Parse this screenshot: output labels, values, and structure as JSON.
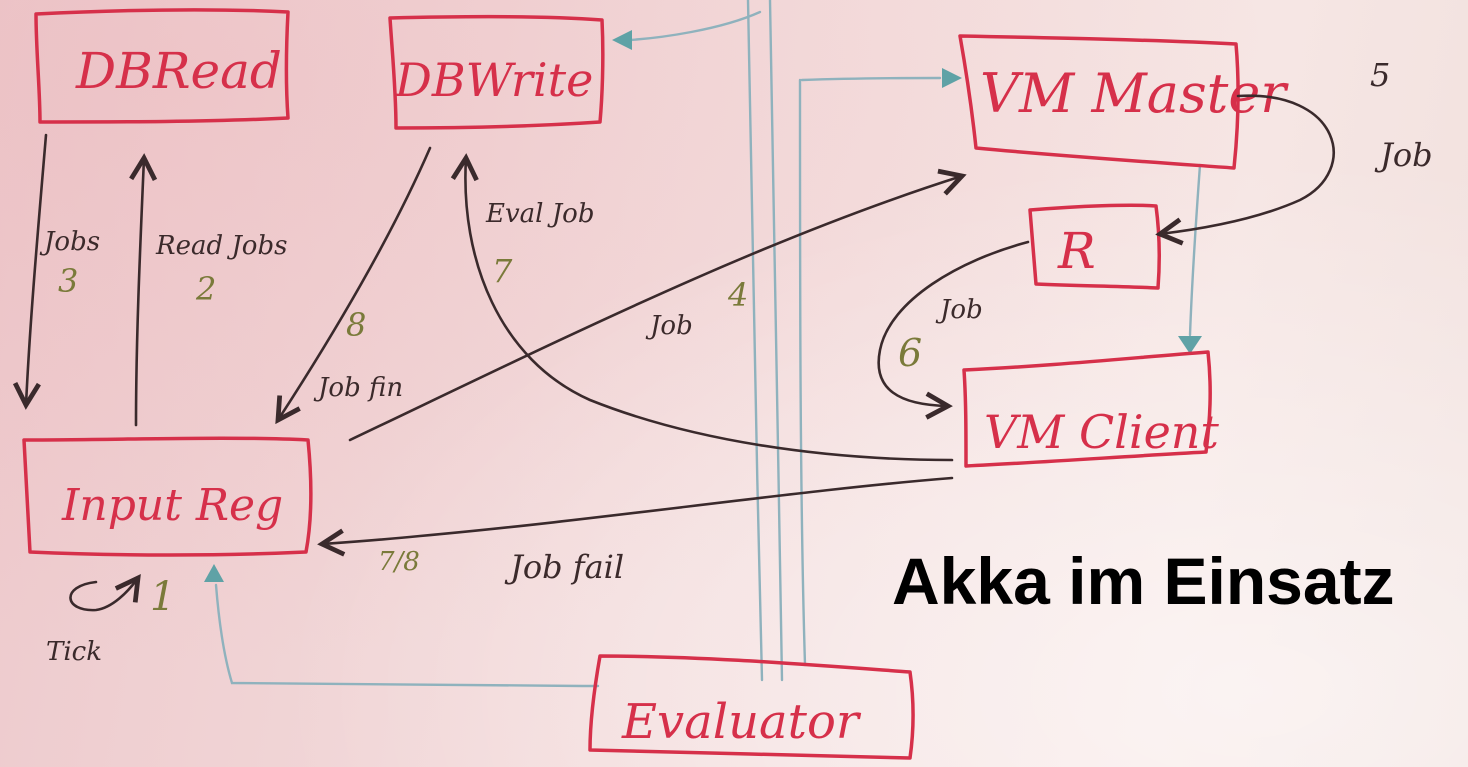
{
  "title": "Akka im Einsatz",
  "nodes": {
    "db_read": "DBRead",
    "db_write": "DBWrite",
    "input_reg": "Input Reg",
    "evaluator": "Evaluator",
    "vm_master": "VM Master",
    "r_node": "R",
    "vm_client": "VM Client"
  },
  "edges": {
    "jobs": "Jobs",
    "jobs_step": "3",
    "read_jobs": "Read Jobs",
    "read_jobs_step": "2",
    "job_fin": "Job fin",
    "job_fin_step": "8",
    "eval_job": "Eval Job",
    "eval_job_step": "7",
    "job_to_master": "Job",
    "job_to_master_step": "4",
    "job_master_r": "Job",
    "job_master_r_step": "5",
    "job_r_client": "Job",
    "job_r_client_step": "6",
    "job_fail": "Job fail",
    "job_fail_step": "7/8",
    "tick": "Tick",
    "tick_step": "1"
  },
  "colors": {
    "box": "#d6304a",
    "ink": "#3a2a2c",
    "connector": "#8fb2bd",
    "arrowhead": "#5fa2a6",
    "step_number": "#7a7a3a"
  }
}
